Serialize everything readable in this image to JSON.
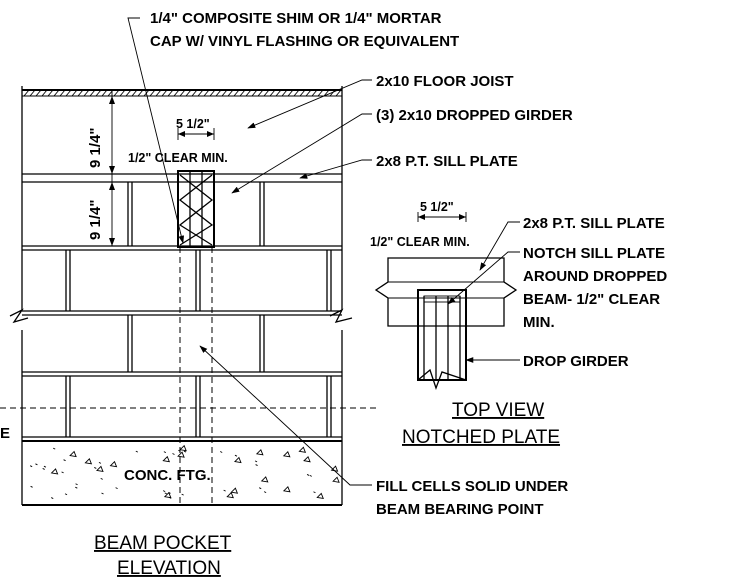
{
  "callouts": {
    "shim_line1": "1/4\" COMPOSITE SHIM OR 1/4\" MORTAR",
    "shim_line2": "CAP W/ VINYL FLASHING OR EQUIVALENT",
    "floor_joist": "2x10 FLOOR JOIST",
    "dropped_girder": "(3) 2x10 DROPPED GIRDER",
    "sill_plate": "2x8 P.T. SILL PLATE",
    "fill_line1": "FILL CELLS SOLID UNDER",
    "fill_line2": "BEAM BEARING POINT"
  },
  "elevation": {
    "dim_width": "5 1/2\"",
    "clear_min": "1/2\" CLEAR MIN.",
    "dim_height_upper": "9 1/4\"",
    "dim_height_lower": "9 1/4\"",
    "footing": "CONC. FTG.",
    "grade_fragment": "E",
    "title_line1": "BEAM POCKET",
    "title_line2": "ELEVATION"
  },
  "top_view": {
    "dim_width": "5 1/2\"",
    "clear_min": "1/2\" CLEAR MIN.",
    "sill_plate": "2x8 P.T. SILL PLATE",
    "notch_line1": "NOTCH SILL PLATE",
    "notch_line2": "AROUND DROPPED",
    "notch_line3": "BEAM- 1/2\" CLEAR",
    "notch_line4": "MIN.",
    "drop_girder": "DROP GIRDER",
    "title_line1": "TOP VIEW",
    "title_line2": "NOTCHED PLATE"
  }
}
